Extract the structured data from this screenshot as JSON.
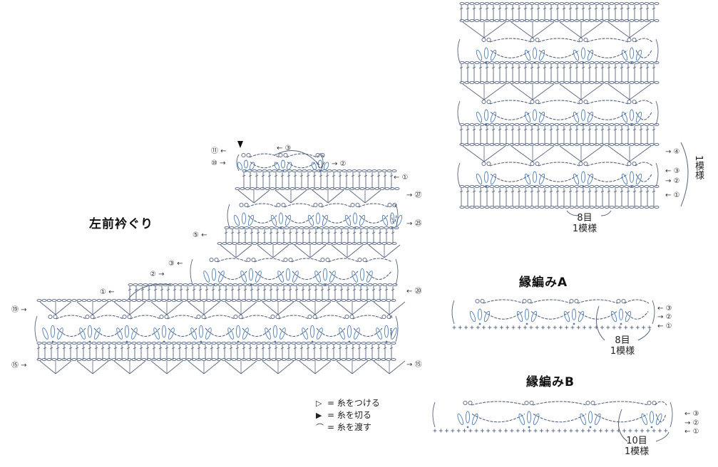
{
  "colors": {
    "stitch": "#55637f",
    "accent": "#4f7fb8",
    "text": "#222222"
  },
  "left_panel": {
    "title": "左前衿ぐり",
    "markers": {
      "r11": "⑪ ←",
      "r10": "⑩ →",
      "n3_top": "← ③",
      "n2_top": "→ ②",
      "n1_top": "← ①",
      "r27": "→ ㉗",
      "r25": "→ ㉕",
      "n5": "⑤ ←",
      "n3": "③ ←",
      "n2": "② →",
      "n1": "① ←",
      "r20": "← ⑳",
      "r19": "⑲ →",
      "r15_left": "⑮ →",
      "r15_right": "→ ⑮"
    }
  },
  "legend": {
    "items": [
      {
        "symbol": "▷",
        "text": "= 糸をつける"
      },
      {
        "symbol": "▶",
        "text": "= 糸を切る"
      },
      {
        "symbol": "⌒",
        "text": "= 糸を渡す"
      }
    ]
  },
  "swatch": {
    "rows": {
      "r4": "→ ④",
      "r3": "← ③",
      "r2": "→ ②",
      "r1": "← ①"
    },
    "repeat_vertical": "1模様",
    "count": "8目",
    "repeat": "1模様"
  },
  "edge_a": {
    "title": "縁編みA",
    "rows": {
      "r3": "← ③",
      "r2": "→ ②",
      "r1": "← ①"
    },
    "count": "8目",
    "repeat": "1模様"
  },
  "edge_b": {
    "title": "縁編みB",
    "rows": {
      "r3": "← ③",
      "r2": "→ ②",
      "r1": "← ①"
    },
    "count": "10目",
    "repeat": "1模様"
  }
}
